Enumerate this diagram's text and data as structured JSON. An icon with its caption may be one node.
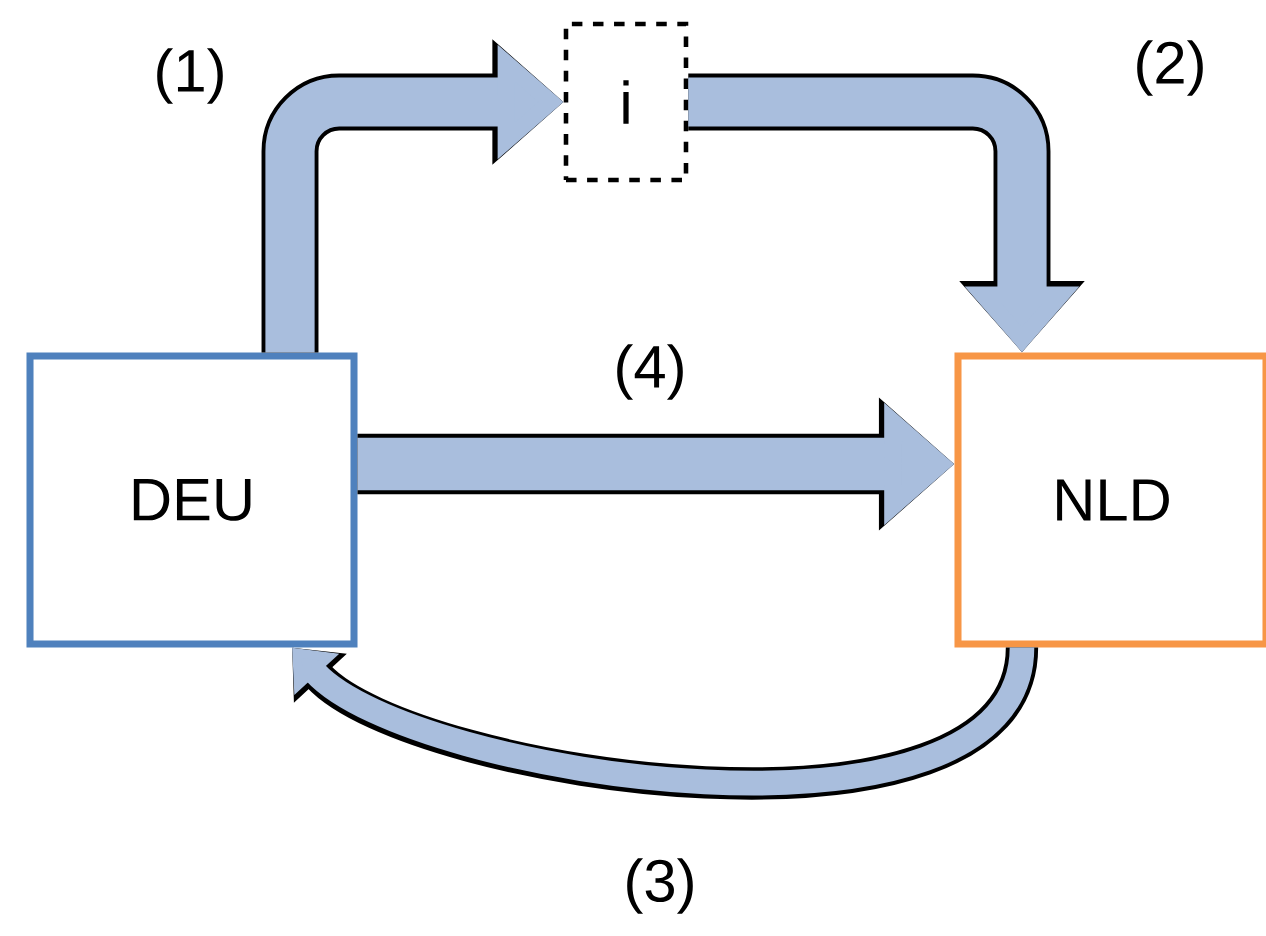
{
  "diagram": {
    "nodes": [
      {
        "text": [
          "DEU"
        ]
      },
      {
        "text": [
          "i"
        ]
      },
      {
        "text": [
          "NLD"
        ]
      }
    ],
    "edges": [
      {
        "from": 0,
        "to": 1,
        "arrow": "to",
        "label": "(1)"
      },
      {
        "from": 1,
        "to": 2,
        "arrow": "to",
        "label": "(2)"
      },
      {
        "from": 2,
        "to": 0,
        "arrow": "to",
        "label": "(3)"
      },
      {
        "from": 0,
        "to": 2,
        "arrow": "to",
        "label": "(4)"
      }
    ]
  }
}
